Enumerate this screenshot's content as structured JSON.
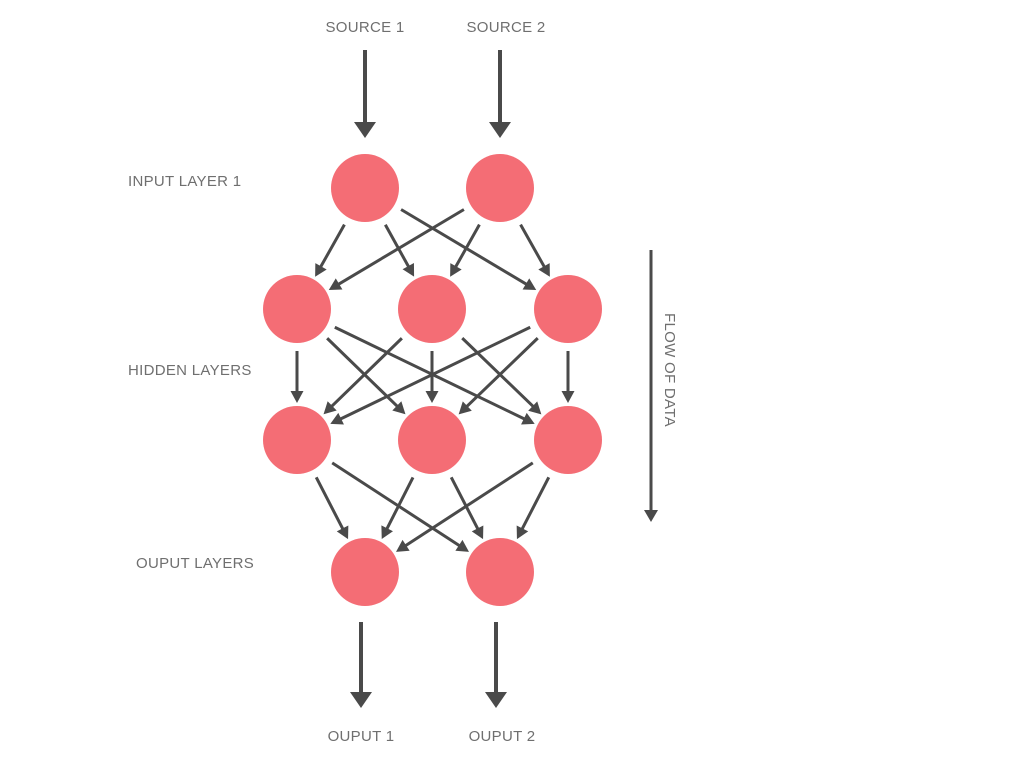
{
  "labels": {
    "source_1": "SOURCE 1",
    "source_2": "SOURCE 2",
    "input_layer": "INPUT LAYER 1",
    "hidden_layers": "HIDDEN LAYERS",
    "output_layers": "OUPUT LAYERS",
    "output_1": "OUPUT 1",
    "output_2": "OUPUT 2",
    "flow_of_data": "FLOW OF DATA"
  },
  "colors": {
    "node": "#f46d75",
    "arrow": "#4a4a4a",
    "label": "#6f6f6f"
  },
  "layers": [
    {
      "name": "input",
      "count": 2
    },
    {
      "name": "hidden-1",
      "count": 3
    },
    {
      "name": "hidden-2",
      "count": 3
    },
    {
      "name": "output",
      "count": 2
    }
  ]
}
